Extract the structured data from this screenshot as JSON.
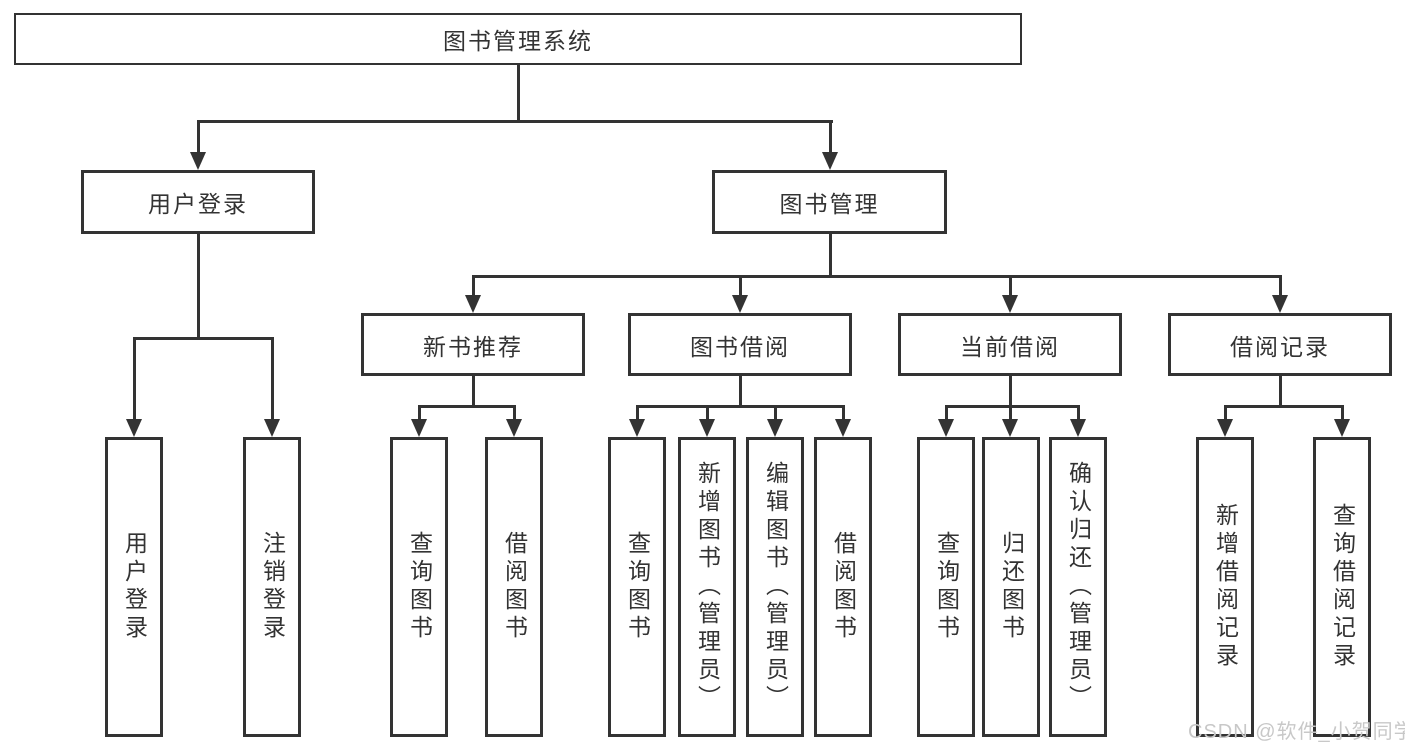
{
  "tree": {
    "label": "图书管理系统",
    "children": [
      {
        "label": "用户登录",
        "children": [
          {
            "label": "用户登录"
          },
          {
            "label": "注销登录"
          }
        ]
      },
      {
        "label": "图书管理",
        "children": [
          {
            "label": "新书推荐",
            "children": [
              {
                "label": "查询图书"
              },
              {
                "label": "借阅图书"
              }
            ]
          },
          {
            "label": "图书借阅",
            "children": [
              {
                "label": "查询图书"
              },
              {
                "label": "新增图书（管理员）"
              },
              {
                "label": "编辑图书（管理员）"
              },
              {
                "label": "借阅图书"
              }
            ]
          },
          {
            "label": "当前借阅",
            "children": [
              {
                "label": "查询图书"
              },
              {
                "label": "归还图书"
              },
              {
                "label": "确认归还（管理员）"
              }
            ]
          },
          {
            "label": "借阅记录",
            "children": [
              {
                "label": "新增借阅记录"
              },
              {
                "label": "查询借阅记录"
              }
            ]
          }
        ]
      }
    ]
  },
  "watermark": {
    "text": "CSDN @软件_小贺同学"
  },
  "colors": {
    "line": "#333333",
    "background": "#ffffff",
    "watermark": "#c8c8c8"
  }
}
